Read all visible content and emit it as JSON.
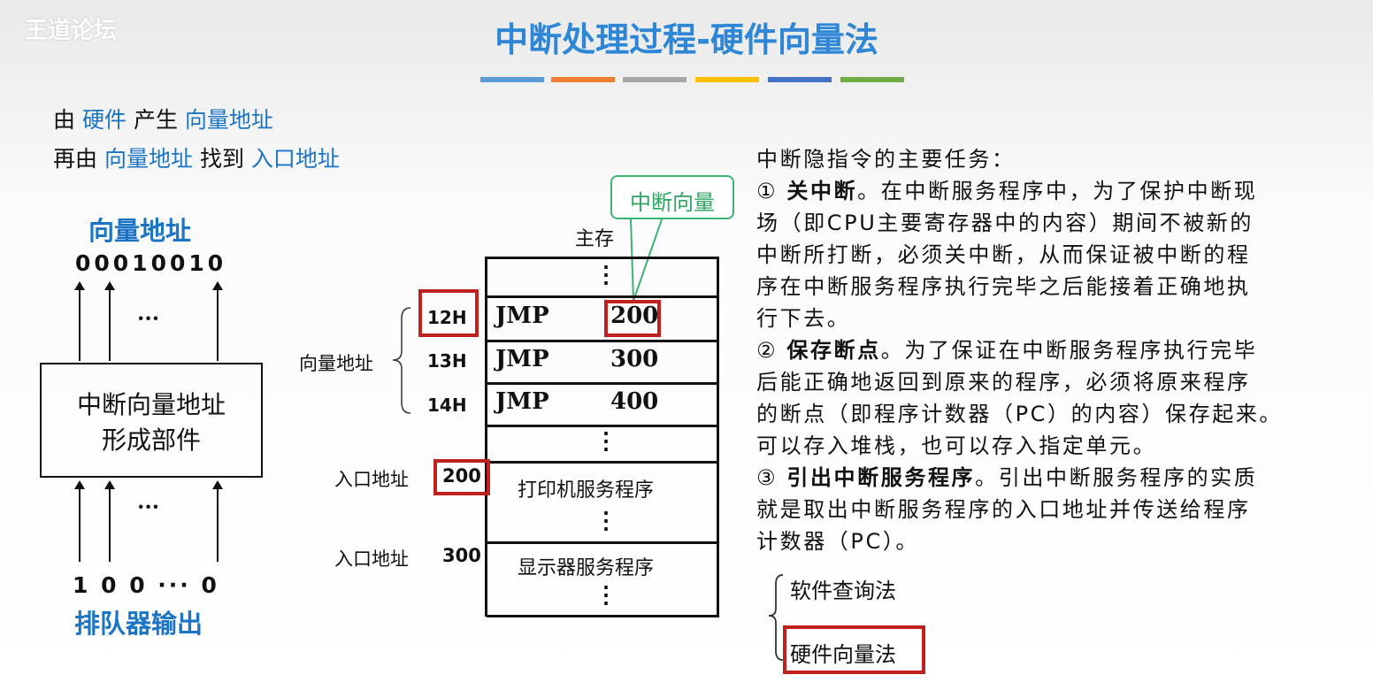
{
  "watermark": "王道论坛",
  "title": "中断处理过程-硬件向量法",
  "accent_colors": [
    "#5b9bd5",
    "#ed7d31",
    "#a5a5a5",
    "#ffc000",
    "#4472c4",
    "#70ad47"
  ],
  "intro": {
    "l1": [
      "由",
      "硬件",
      "产生",
      "向量地址"
    ],
    "l2": [
      "再由",
      "向量地址",
      "找到",
      "入口地址"
    ]
  },
  "left": {
    "top_label": "向量地址",
    "bits_top": "00010010",
    "ellipsis": "···",
    "box_l1": "中断向量地址",
    "box_l2": "形成部件",
    "bits_bottom": "1 0 0 ··· 0",
    "bottom_label": "排队器输出"
  },
  "memory": {
    "title": "主存",
    "callout": "中断向量",
    "vector_label": "向量地址",
    "rows": [
      {
        "addr": "12H",
        "op": "JMP",
        "val": "200"
      },
      {
        "addr": "13H",
        "op": "JMP",
        "val": "300"
      },
      {
        "addr": "14H",
        "op": "JMP",
        "val": "400"
      }
    ],
    "entry1_label": "入口地址",
    "entry1_val": "200",
    "entry2_label": "入口地址",
    "entry2_val": "300",
    "printer": "打印机服务程序",
    "display": "显示器服务程序",
    "vdots": "⋮"
  },
  "right": {
    "heading": "中断隐指令的主要任务：",
    "p1_num": "①",
    "p1_bold": "关中断",
    "p1_lines": [
      "。在中断服务程序中，为了保护中断现",
      "场（即CPU主要寄存器中的内容）期间不被新的",
      "中断所打断，必须关中断，从而保证被中断的程",
      "序在中断服务程序执行完毕之后能接着正确地执",
      "行下去。"
    ],
    "p2_num": "②",
    "p2_bold": "保存断点",
    "p2_lines": [
      "。为了保证在中断服务程序执行完毕",
      "后能正确地返回到原来的程序，必须将原来程序",
      "的断点（即程序计数器（PC）的内容）保存起来。",
      "可以存入堆栈，也可以存入指定单元。"
    ],
    "p3_num": "③",
    "p3_bold": "引出中断服务程序",
    "p3_lines": [
      "。引出中断服务程序的实质",
      "就是取出中断服务程序的入口地址并传送给程序",
      "计数器（PC）。"
    ],
    "method1": "软件查询法",
    "method2": "硬件向量法"
  }
}
